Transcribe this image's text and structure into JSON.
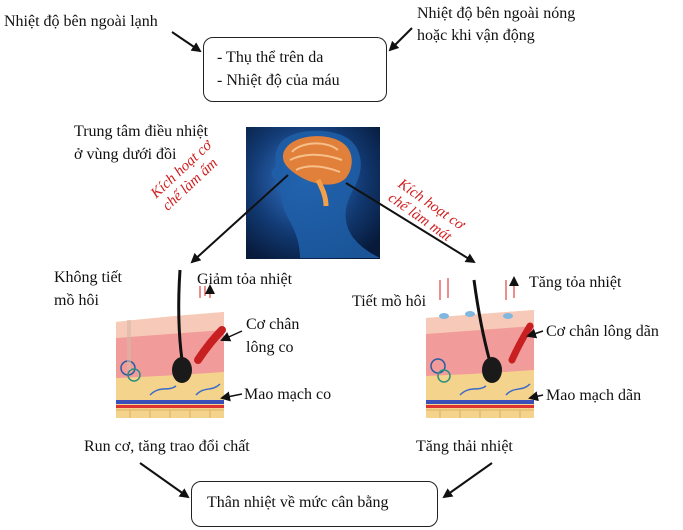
{
  "top": {
    "cold_outside": "Nhiệt độ bên ngoài lạnh",
    "hot_outside_line1": "Nhiệt độ bên ngoài nóng",
    "hot_outside_line2": "hoặc khi vận động",
    "receptors_line1": "- Thụ thể trên da",
    "receptors_line2": "-  Nhiệt độ của máu"
  },
  "center": {
    "control_center_line1": "Trung tâm điều nhiệt",
    "control_center_line2": "ở vùng dưới đồi",
    "warm_mechanism_line1": "Kích hoạt cơ",
    "warm_mechanism_line2": "chế làm ấm",
    "cool_mechanism_line1": "Kích hoạt cơ",
    "cool_mechanism_line2": "chế làm mát"
  },
  "left": {
    "no_sweat_line1": "Không tiết",
    "no_sweat_line2": "mồ hôi",
    "reduce_heat": "Giảm tỏa nhiệt",
    "muscle_line1": "Cơ chân",
    "muscle_line2": "lông co",
    "capillary": "Mao mạch co",
    "result": "Run cơ, tăng trao đổi chất"
  },
  "right": {
    "sweat": "Tiết mồ hôi",
    "increase_heat": "Tăng tỏa nhiệt",
    "muscle": "Cơ chân lông dãn",
    "capillary": "Mao mạch dãn",
    "result": "Tăng thải nhiệt"
  },
  "bottom": {
    "balance": "Thân nhiệt về mức cân bằng"
  },
  "colors": {
    "accent_red": "#d11f1f",
    "skin_pink": "#f2a6a6",
    "fat_yellow": "#f4d38c",
    "brain_orange": "#e0803a",
    "head_blue": "#1c4f8f"
  }
}
